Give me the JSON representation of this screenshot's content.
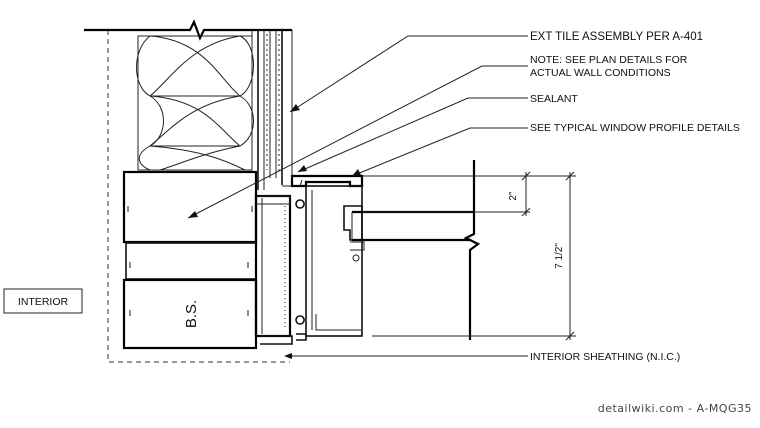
{
  "notes": {
    "tile": "EXT TILE ASSEMBLY PER A-401",
    "plan_line1": "NOTE: SEE PLAN DETAILS FOR",
    "plan_line2": "ACTUAL WALL CONDITIONS",
    "sealant": "SEALANT",
    "window": "SEE TYPICAL WINDOW PROFILE DETAILS",
    "sheathing": "INTERIOR SHEATHING (N.I.C.)"
  },
  "room_label": "INTERIOR",
  "blocking_label": "B.S.",
  "dimensions": {
    "small": "2\"",
    "large": "7 1/2\""
  },
  "watermark": "detailwiki.com - A-MQG35"
}
